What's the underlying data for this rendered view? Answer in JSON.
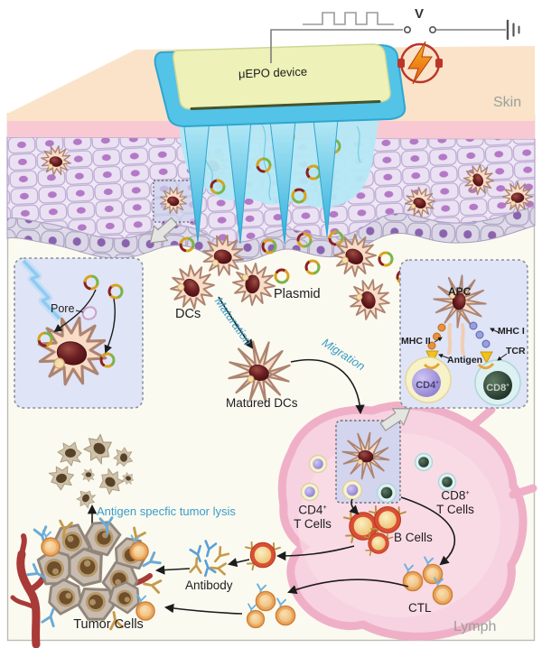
{
  "labels": {
    "device": "μEPO device",
    "voltage": "V",
    "skin": "Skin",
    "plasmid": "Plasmid",
    "dcs": "DCs",
    "maturation": "Maturation",
    "migration": "Migration",
    "matured_dcs": "Matured DCs",
    "pore": "Pore",
    "apc": "APC",
    "mhc_ii": "MHC II",
    "mhc_i": "MHC I",
    "antigen": "Antigen",
    "tcr": "TCR",
    "cd4": "CD4",
    "cd8": "CD8",
    "plus": "+",
    "t_cells": "T Cells",
    "b_cells": "B Cells",
    "ctl": "CTL",
    "antibody": "Antibody",
    "tumor_cells": "Tumor Cells",
    "lysis": "Antigen specfic tumor lysis",
    "lymph": "Lymph"
  },
  "icons": {
    "pulse_waveform": "square-wave",
    "voltage_terminals": "open-circles",
    "ground": "ground-bars",
    "spark": "lightning-bolt-in-circle",
    "plug": "power-plug",
    "electric_zap": "blue-lightning",
    "plasmid_ring": "segmented-circle",
    "antibody_y": "y-shape"
  },
  "colors": {
    "accent_blue": "#3a9cc9",
    "device_top": "#eef1b8",
    "device_base": "#53c3e8",
    "skin_surface": "#fae3c8",
    "dermis_pink": "#f8c9d2",
    "lymph_fill": "#f7d2e0",
    "lymph_rim": "#efb0c7",
    "inset_bg": "#dfe4f7",
    "bolt_orange": "#f0881c",
    "spark_red": "#bc3528",
    "gray_label": "#9aa09e",
    "background": "#fbfaf0"
  }
}
